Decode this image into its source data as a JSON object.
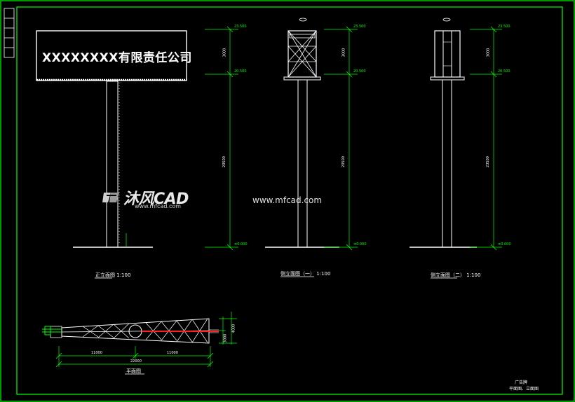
{
  "billboard": {
    "company_text": "XXXXXXXX有限责任公司"
  },
  "views": {
    "front": "正立面图",
    "front_scale": "1:100",
    "side1": "侧立面图（一）",
    "side1_scale": "1:100",
    "side2": "侧立面图（二）",
    "side2_scale": "1:100",
    "plan": "平面图"
  },
  "elevations": {
    "top": "23.500",
    "mid": "20.500",
    "base": "±0.000"
  },
  "dimensions": {
    "upper": "3000",
    "lower": "20500",
    "total": "23500",
    "plan_total": "22000",
    "plan_left": "11000",
    "plan_right": "11000",
    "plan_depth": "3000",
    "plan_depth_outer": "4000"
  },
  "title_block": {
    "line1": "广告牌",
    "line2": "平面图、立面图"
  },
  "watermark": {
    "brand": "沐风CAD",
    "url_small": "www.mfcad.com",
    "url_large": "www.mfcad.com"
  },
  "colors": {
    "background": "#000000",
    "frame": "#00ff00",
    "structure": "#ffffff",
    "dimension": "#00ff00",
    "highlight": "#ff2020"
  }
}
